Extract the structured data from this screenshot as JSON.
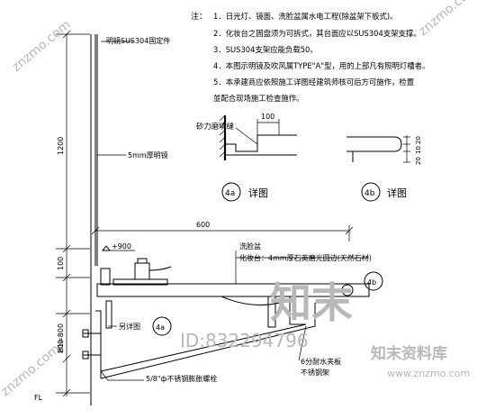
{
  "notes": {
    "label": "注：",
    "items": [
      "1．日光灯、镜面、洗脸盆属水电工程(除盆架下板式)。",
      "2．化妆台之固盘须为可拆式，其台面应以SUS304支架支撑。",
      "3．SUS304支架应能负载50。",
      "4．本图示明镜及吹风属TYPE\"A\"型，用的上部凡有照明灯槽者。",
      "5．本承建商应依照施工详图经建筑师核可后方可施作，检置",
      "    並配合现场施工检查施作。"
    ]
  },
  "detail_4a": {
    "label": "砂力磨填缝",
    "dim": "100",
    "bubble": "4a",
    "caption": "详图"
  },
  "detail_4b": {
    "dims": [
      "20",
      "10",
      "20"
    ],
    "bubble": "4b",
    "caption": "详图"
  },
  "section": {
    "mirror_label": "明镜SUS304固定件",
    "mirror_thickness_label": "5mm厚明镜",
    "dim_1200": "1200",
    "dim_100": "100",
    "dim_200": "200",
    "dim_h1": "H1=800",
    "dim_600": "600",
    "level_mark": "+900",
    "basin_label": "洗脸盆",
    "counter_label": "化妆台：4mm厚石英磨光圆边(天然石材)",
    "see_detail_label": "另详图",
    "see_detail_bubble": "4a",
    "wood_label": "6分耐水夹板",
    "frame_label": "不锈钢架",
    "bolt_label": "5/8\"ф不锈钢膨胀螺栓",
    "floor_label": "FL",
    "side_bubble": "4b"
  },
  "watermark": {
    "brand": "知末",
    "brand_site": "知末资料库",
    "id": "ID:832294796",
    "url": "www.znzmo.com",
    "diag": "znzmo.com"
  }
}
